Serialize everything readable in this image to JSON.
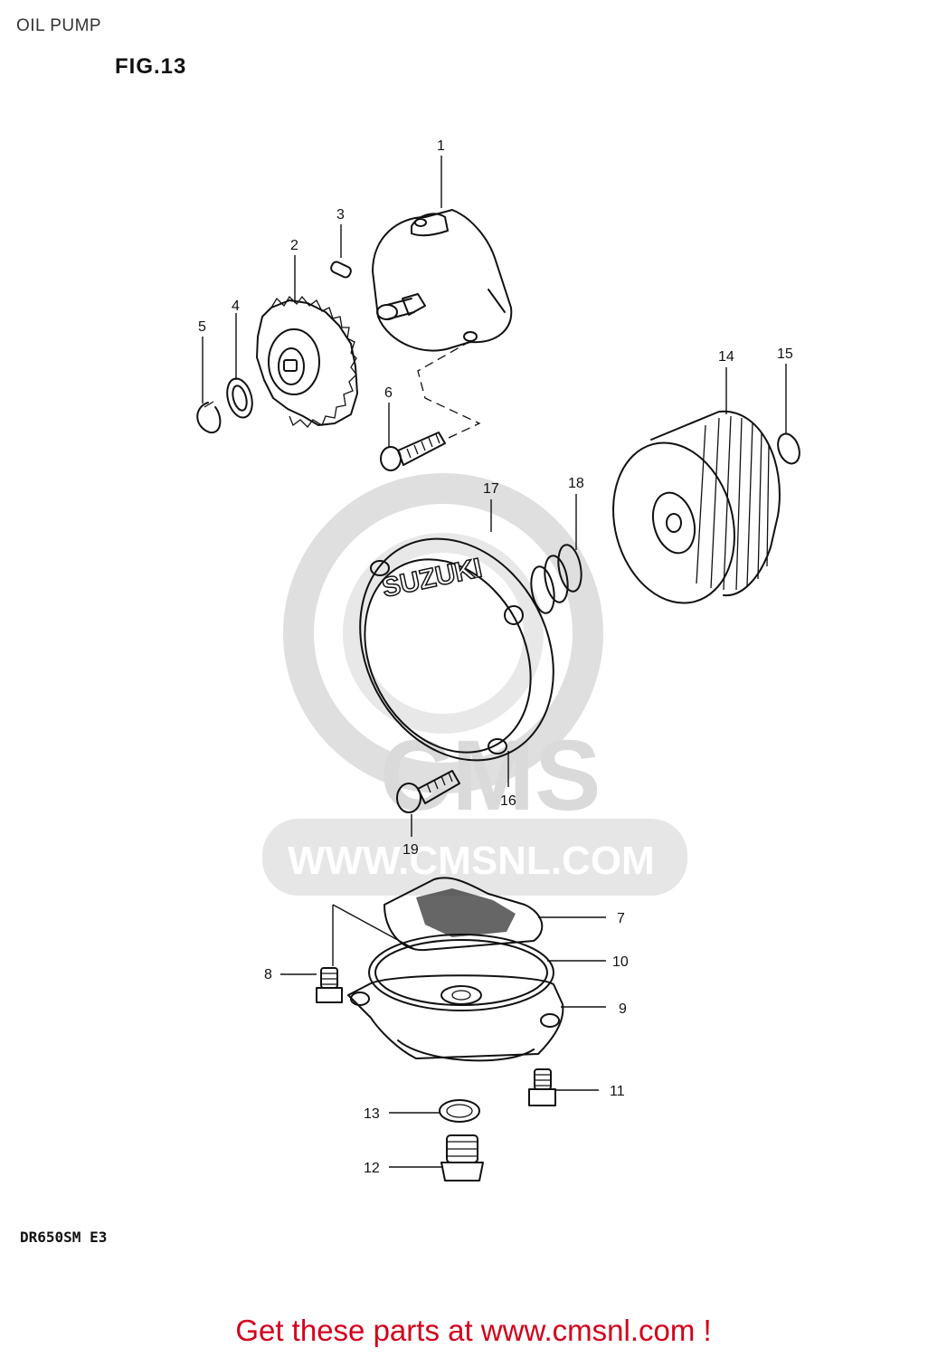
{
  "header": {
    "page_title": "OIL PUMP",
    "figure_title": "FIG.13"
  },
  "footer": {
    "model_code": "DR650SM E3",
    "cta_text": "Get these parts at www.cmsnl.com !"
  },
  "watermark": {
    "brand": "CMS",
    "url": "WWW.CMSNL.COM"
  },
  "parts": {
    "p1": "1",
    "p2": "2",
    "p3": "3",
    "p4": "4",
    "p5": "5",
    "p6": "6",
    "p7": "7",
    "p8": "8",
    "p9": "9",
    "p10": "10",
    "p11": "11",
    "p12": "12",
    "p13": "13",
    "p14": "14",
    "p15": "15",
    "p16": "16",
    "p17": "17",
    "p18": "18",
    "p19": "19"
  },
  "cover_branding": "SUZUKI",
  "colors": {
    "cta": "#d3001b",
    "watermark": "#d9d9d9",
    "line": "#111111"
  }
}
